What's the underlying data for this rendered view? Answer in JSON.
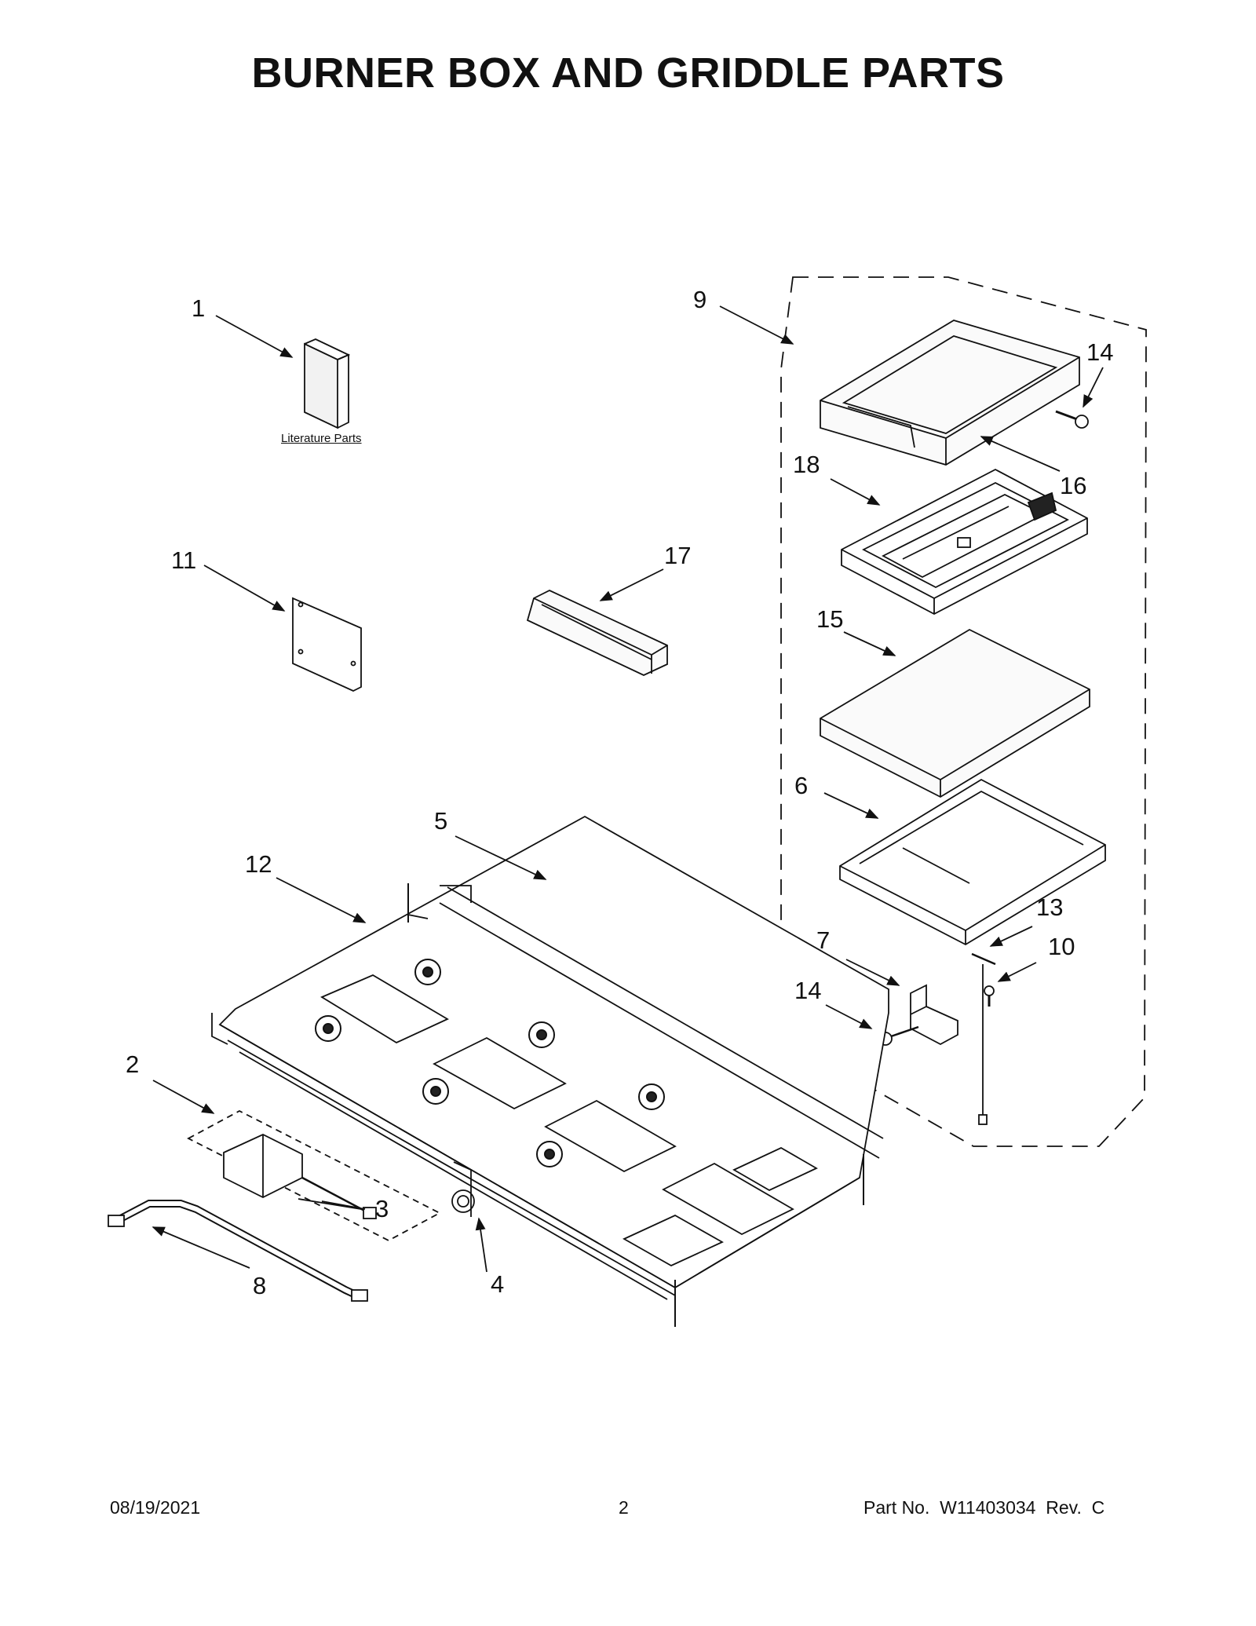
{
  "page_title": "BURNER BOX AND GRIDDLE PARTS",
  "literature_label": "Literature Parts",
  "callouts": {
    "c1": "1",
    "c2": "2",
    "c3": "3",
    "c4": "4",
    "c5": "5",
    "c6": "6",
    "c7": "7",
    "c8": "8",
    "c9": "9",
    "c10": "10",
    "c11": "11",
    "c12": "12",
    "c13": "13",
    "c14a": "14",
    "c14b": "14",
    "c15": "15",
    "c16": "16",
    "c17": "17",
    "c18": "18"
  },
  "footer": {
    "date": "08/19/2021",
    "page": "2",
    "part_no": "Part No.  W11403034  Rev.  C"
  }
}
